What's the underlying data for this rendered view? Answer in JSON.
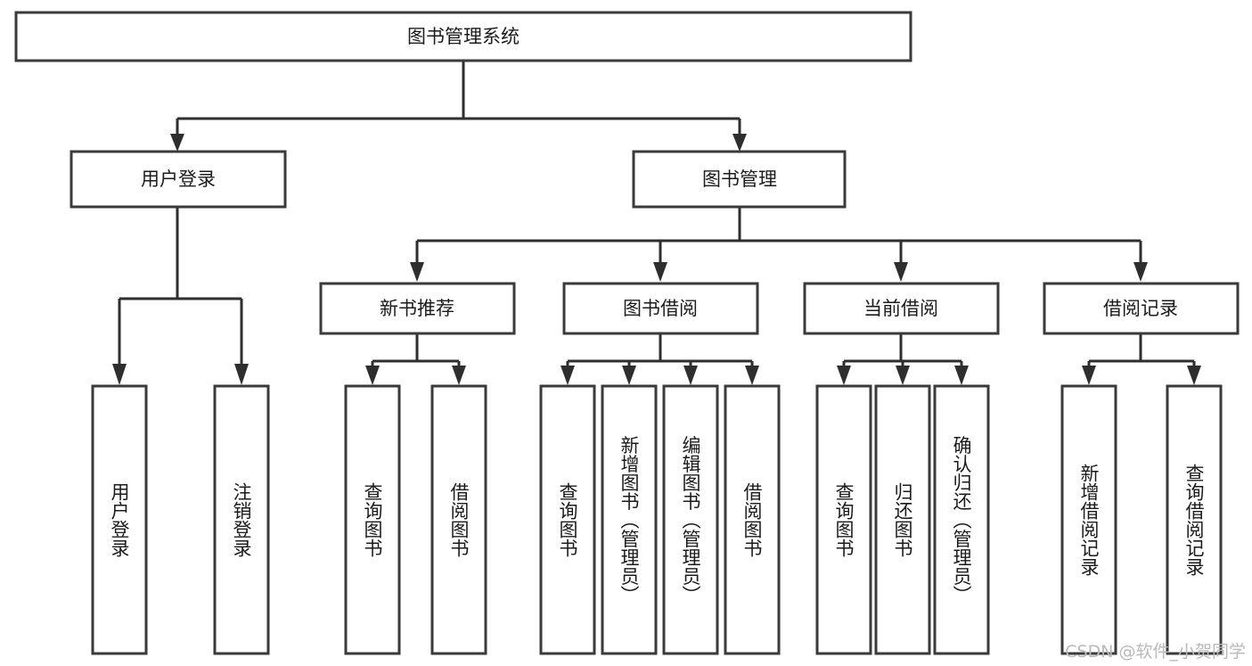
{
  "diagram": {
    "type": "tree-hierarchy",
    "title": "图书管理系统",
    "orientation": "top-down",
    "colors": {
      "box_stroke": "#3a3a3a",
      "box_fill": "#ffffff",
      "connector": "#2e2e2e",
      "label_text": "#1b1b1b",
      "background": "#ffffff",
      "watermark": "#b9b9b9"
    },
    "root": {
      "label": "图书管理系统"
    },
    "level2": [
      {
        "label": "用户登录"
      },
      {
        "label": "图书管理"
      }
    ],
    "level3": [
      {
        "label": "新书推荐"
      },
      {
        "label": "图书借阅"
      },
      {
        "label": "当前借阅"
      },
      {
        "label": "借阅记录"
      }
    ],
    "leaves": {
      "user_login": [
        {
          "label": "用户登录"
        },
        {
          "label": "注销登录"
        }
      ],
      "new_book_recommend": [
        {
          "label": "查询图书"
        },
        {
          "label": "借阅图书"
        }
      ],
      "book_borrow": [
        {
          "label": "查询图书"
        },
        {
          "label": "新增图书（管理员）"
        },
        {
          "label": "编辑图书（管理员）"
        },
        {
          "label": "借阅图书"
        }
      ],
      "current_borrow": [
        {
          "label": "查询图书"
        },
        {
          "label": "归还图书"
        },
        {
          "label": "确认归还（管理员）"
        }
      ],
      "borrow_record": [
        {
          "label": "新增借阅记录"
        },
        {
          "label": "查询借阅记录"
        }
      ]
    }
  },
  "watermark": {
    "text": "CSDN @软件_小贺同学"
  }
}
